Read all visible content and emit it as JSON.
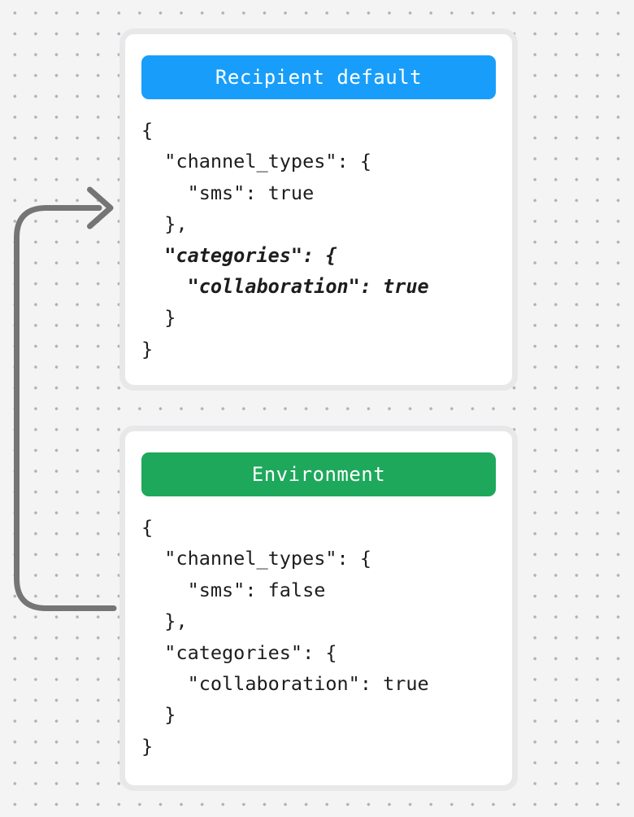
{
  "arrow": {
    "color": "#757575",
    "description": "curved arrow from Environment card pointing into Recipient default card"
  },
  "cards": [
    {
      "title": "Recipient default",
      "accent_color": "#189efa",
      "code_lines": [
        {
          "text": "{",
          "emphasized": false
        },
        {
          "text": "  \"channel_types\": {",
          "emphasized": false
        },
        {
          "text": "    \"sms\": true",
          "emphasized": false
        },
        {
          "text": "  },",
          "emphasized": false
        },
        {
          "text": "  \"categories\": {",
          "emphasized": true
        },
        {
          "text": "    \"collaboration\": true",
          "emphasized": true
        },
        {
          "text": "  }",
          "emphasized": false
        },
        {
          "text": "}",
          "emphasized": false
        }
      ]
    },
    {
      "title": "Environment",
      "accent_color": "#1ea85b",
      "code_lines": [
        {
          "text": "{",
          "emphasized": false
        },
        {
          "text": "  \"channel_types\": {",
          "emphasized": false
        },
        {
          "text": "    \"sms\": false",
          "emphasized": false
        },
        {
          "text": "  },",
          "emphasized": false
        },
        {
          "text": "  \"categories\": {",
          "emphasized": false
        },
        {
          "text": "    \"collaboration\": true",
          "emphasized": false
        },
        {
          "text": "  }",
          "emphasized": false
        },
        {
          "text": "}",
          "emphasized": false
        }
      ]
    }
  ]
}
